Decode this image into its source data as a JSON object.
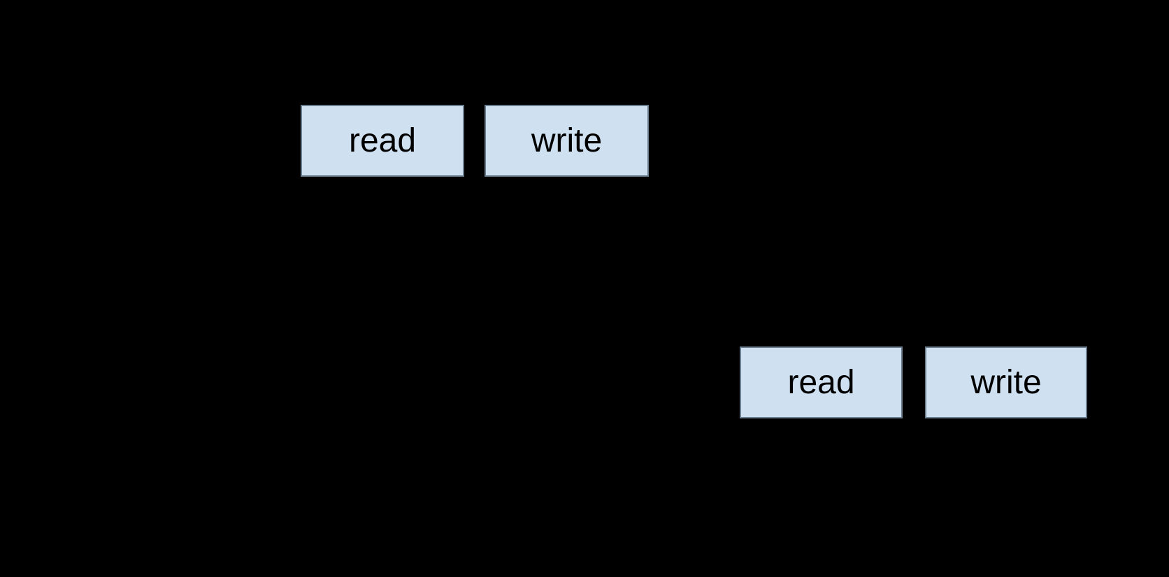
{
  "colors": {
    "background": "#000000",
    "box_fill": "#cfe0f1",
    "box_border": "#6b7e8f",
    "box_text": "#000000"
  },
  "boxes": [
    {
      "label": "read",
      "position": "top-left"
    },
    {
      "label": "write",
      "position": "top-right"
    },
    {
      "label": "read",
      "position": "bottom-left"
    },
    {
      "label": "write",
      "position": "bottom-right"
    }
  ]
}
